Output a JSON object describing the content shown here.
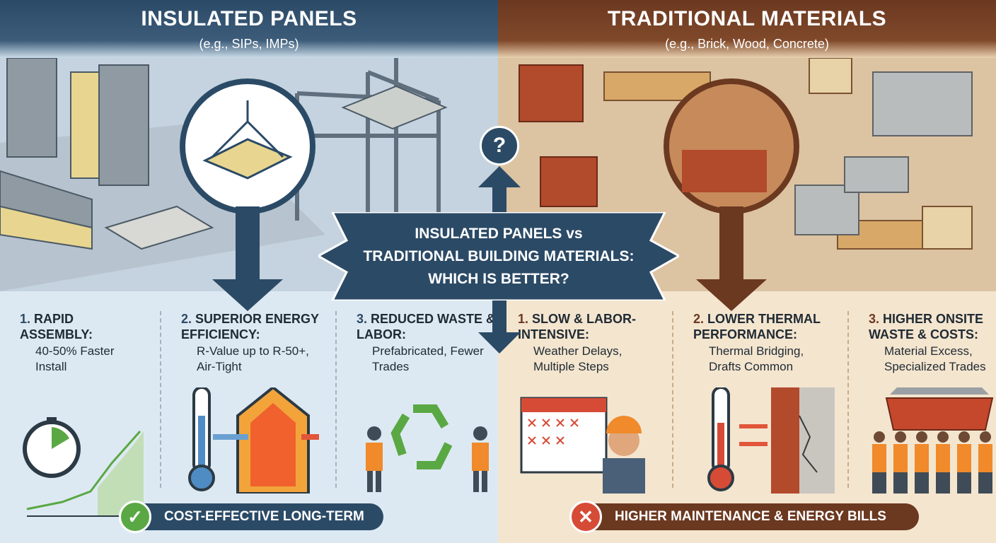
{
  "left": {
    "title": "INSULATED PANELS",
    "subtitle": "(e.g., SIPs, IMPs)",
    "points": [
      {
        "num": "1.",
        "title": "RAPID ASSEMBLY:",
        "desc": "40-50% Faster Install",
        "icon": "stopwatch-chart-icon"
      },
      {
        "num": "2.",
        "title": "SUPERIOR ENERGY EFFICIENCY:",
        "desc": "R-Value up to R-50+, Air-Tight",
        "icon": "thermometer-panel-icon"
      },
      {
        "num": "3.",
        "title": "REDUCED WASTE & LABOR:",
        "desc": "Prefabricated, Fewer Trades",
        "icon": "recycle-workers-icon"
      }
    ],
    "badge": "COST-EFFECTIVE LONG-TERM",
    "badge_icon": "checkmark-icon"
  },
  "right": {
    "title": "TRADITIONAL MATERIALS",
    "subtitle": "(e.g., Brick, Wood, Concrete)",
    "points": [
      {
        "num": "1.",
        "title": "SLOW & LABOR-INTENSIVE:",
        "desc": "Weather Delays, Multiple Steps",
        "icon": "calendar-worker-icon"
      },
      {
        "num": "2.",
        "title": "LOWER THERMAL PERFORMANCE:",
        "desc": "Thermal Bridging, Drafts Common",
        "icon": "thermometer-cracked-wall-icon"
      },
      {
        "num": "3.",
        "title": "HIGHER ONSITE WASTE & COSTS:",
        "desc": "Material Excess, Specialized Trades",
        "icon": "dumpster-workers-icon"
      }
    ],
    "badge": "HIGHER MAINTENANCE & ENERGY BILLS",
    "badge_icon": "x-icon"
  },
  "center": {
    "line1": "INSULATED PANELS vs",
    "line2": "TRADITIONAL BUILDING MATERIALS:",
    "line3": "WHICH IS BETTER?",
    "question": "?"
  },
  "colors": {
    "navy": "#2b4a66",
    "brown": "#6b3820",
    "green": "#5aa844",
    "red": "#d64b36"
  }
}
